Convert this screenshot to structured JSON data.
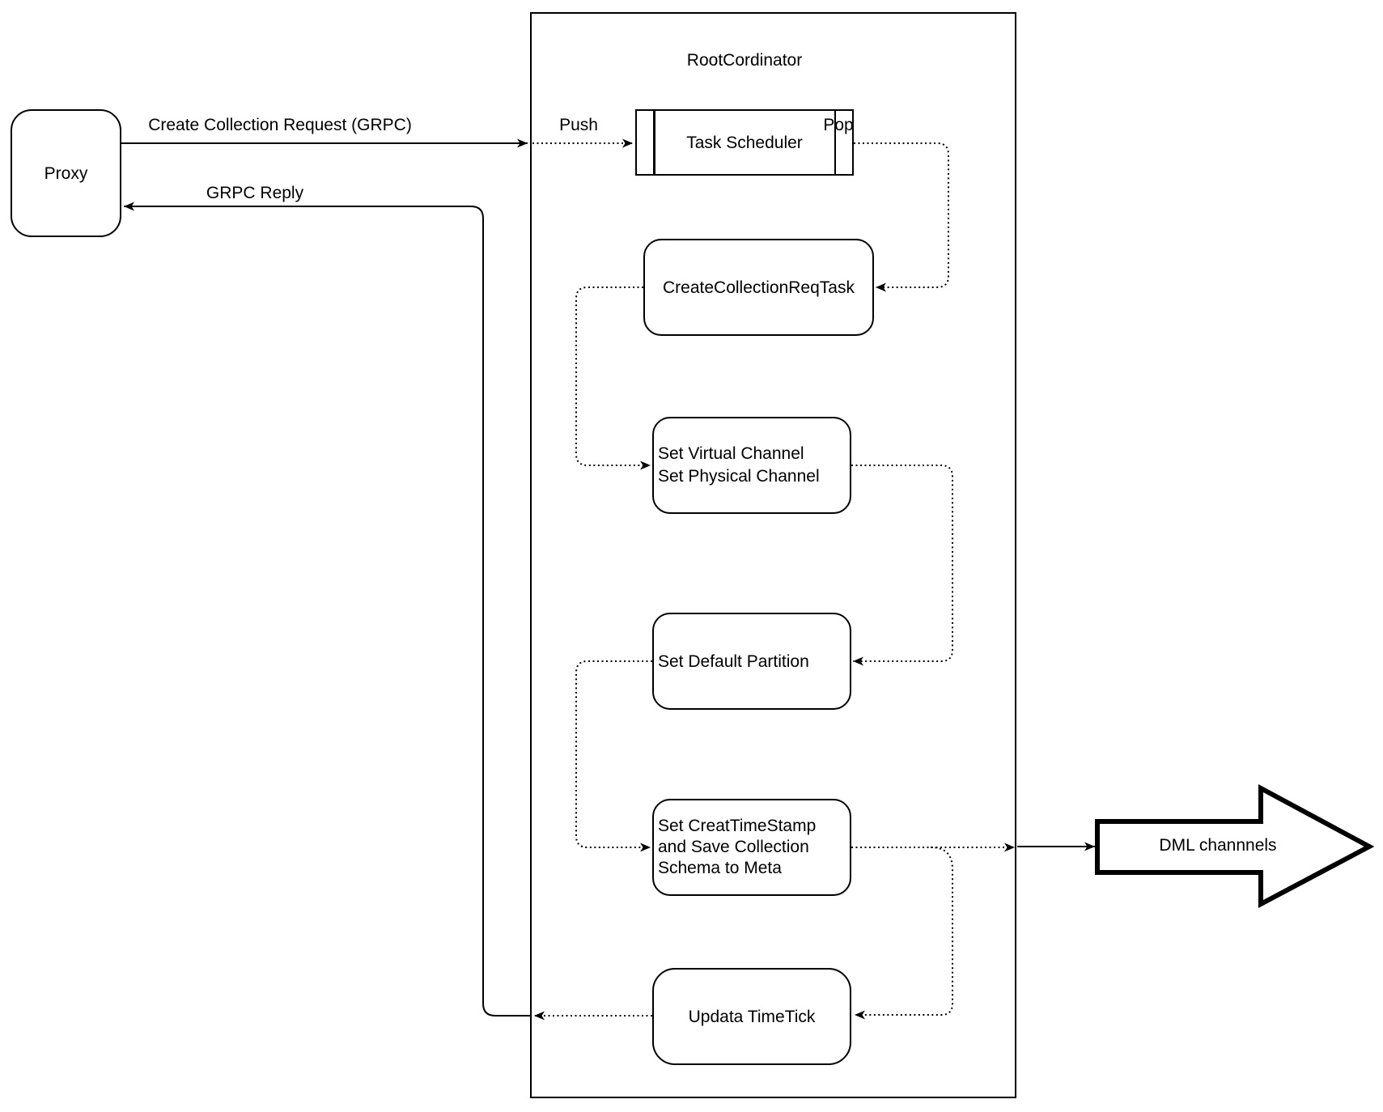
{
  "diagram": {
    "proxy": {
      "label": "Proxy"
    },
    "container": {
      "title": "RootCordinator"
    },
    "nodes": {
      "task_scheduler": {
        "label": "Task Scheduler"
      },
      "create_collection_req_task": {
        "label": "CreateCollectionReqTask"
      },
      "set_channels": {
        "lines": [
          "Set Virtual Channel",
          "Set Physical Channel"
        ]
      },
      "set_default_partition": {
        "label": "Set Default Partition"
      },
      "set_creat_timestamp": {
        "lines": [
          "Set CreatTimeStamp",
          "and Save Collection",
          "Schema to Meta"
        ]
      },
      "updata_timetick": {
        "label": "Updata TimeTick"
      }
    },
    "edges": {
      "create_collection_request": {
        "label": "Create Collection Request (GRPC)"
      },
      "grpc_reply": {
        "label": "GRPC Reply"
      },
      "push": {
        "label": "Push"
      },
      "pop": {
        "label": "Pop"
      }
    },
    "output": {
      "dml_channels": {
        "label": "DML channnels"
      }
    },
    "colors": {
      "stroke": "#000000",
      "background": "#ffffff"
    }
  }
}
